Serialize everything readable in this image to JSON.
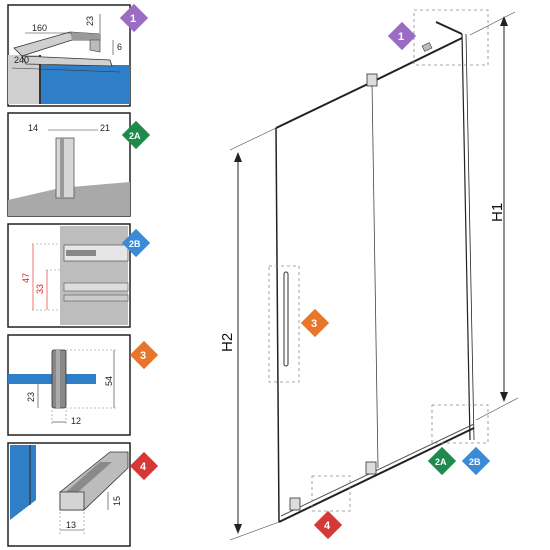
{
  "colors": {
    "purple": "#9b6cc4",
    "green": "#1f8a4c",
    "blue": "#3a8ad8",
    "orange": "#e8752a",
    "red": "#d63838",
    "glass_blue": "#2f7fc8"
  },
  "badges": {
    "b1": "1",
    "b2a": "2A",
    "b2b": "2B",
    "b3": "3",
    "b4": "4"
  },
  "detail1": {
    "d160": "160",
    "d23": "23",
    "d6": "6",
    "d240": "240"
  },
  "detail2a": {
    "d14": "14",
    "d21": "21"
  },
  "detail2b": {
    "d47": "47",
    "d33": "33"
  },
  "detail3": {
    "d54": "54",
    "d23": "23",
    "d12": "12"
  },
  "detail4": {
    "d15": "15",
    "d13": "13"
  },
  "main": {
    "h1": "H1",
    "h2": "H2"
  }
}
